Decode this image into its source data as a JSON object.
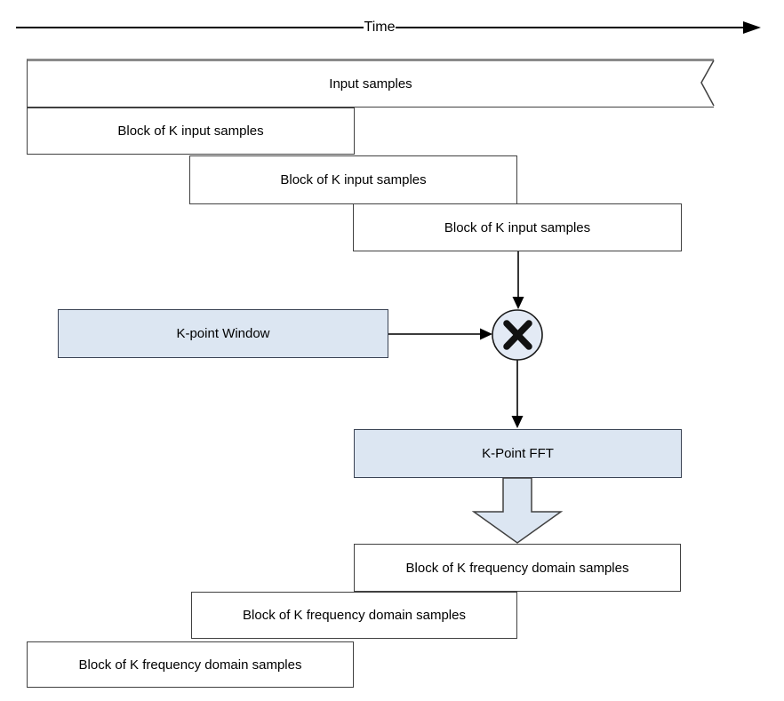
{
  "diagram": {
    "title_implied": "Overlapped FFT processing flow",
    "time_label": "Time",
    "boxes": {
      "input_samples": "Input samples",
      "input_blocks": [
        "Block of K input samples",
        "Block of K input samples",
        "Block of K input samples"
      ],
      "window": "K-point Window",
      "fft": "K-Point FFT",
      "freq_blocks": [
        "Block of K frequency domain samples",
        "Block of K frequency domain samples",
        "Block of K frequency domain samples"
      ]
    },
    "icons": {
      "multiply_icon": "circled multiplication (mixer) symbol",
      "time_arrowhead_icon": "right-pointing solid arrowhead",
      "block_arrow_icon": "fat down block arrow"
    },
    "colors": {
      "box_fill_white": "#ffffff",
      "box_fill_blue": "#dce6f2",
      "border": "#404040",
      "line": "#000000"
    }
  }
}
